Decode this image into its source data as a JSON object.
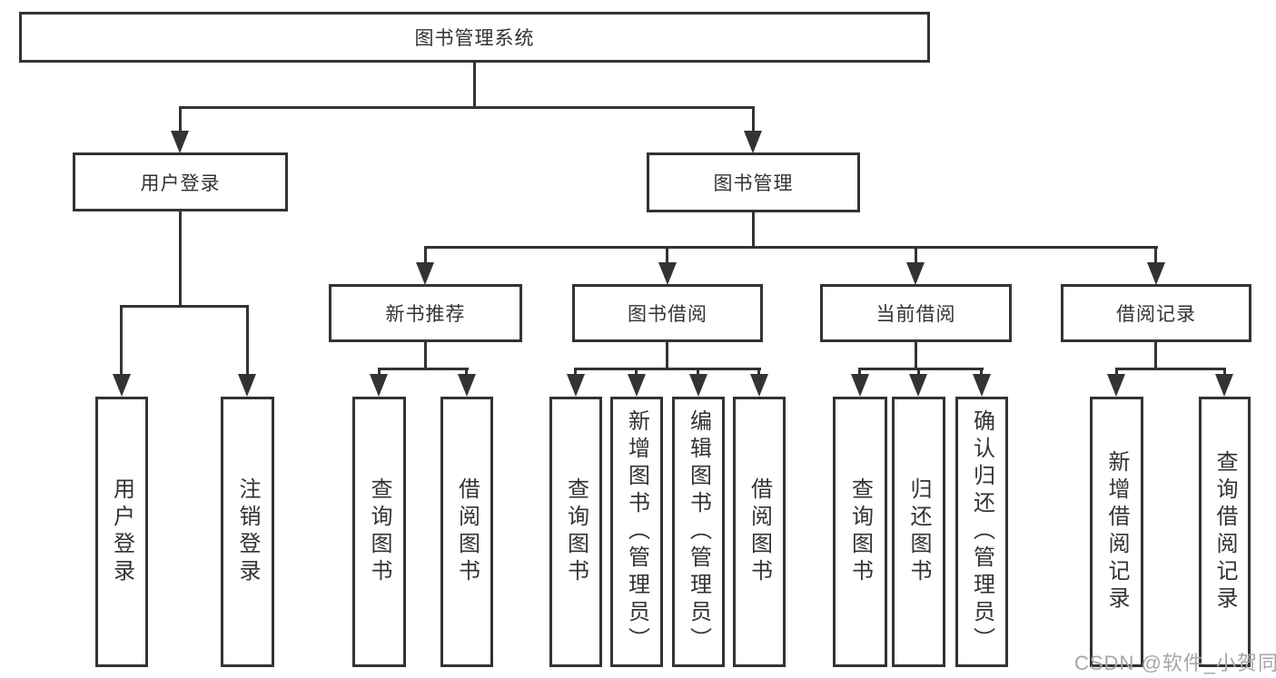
{
  "diagram": {
    "root": {
      "label": "图书管理系统"
    },
    "branches": [
      {
        "label": "用户登录",
        "children": [
          {
            "label": "用户登录"
          },
          {
            "label": "注销登录"
          }
        ]
      },
      {
        "label": "图书管理",
        "children": [
          {
            "label": "新书推荐",
            "children": [
              {
                "label": "查询图书"
              },
              {
                "label": "借阅图书"
              }
            ]
          },
          {
            "label": "图书借阅",
            "children": [
              {
                "label": "查询图书"
              },
              {
                "label": "新增图书（管理员）"
              },
              {
                "label": "编辑图书（管理员）"
              },
              {
                "label": "借阅图书"
              }
            ]
          },
          {
            "label": "当前借阅",
            "children": [
              {
                "label": "查询图书"
              },
              {
                "label": "归还图书"
              },
              {
                "label": "确认归还（管理员）"
              }
            ]
          },
          {
            "label": "借阅记录",
            "children": [
              {
                "label": "新增借阅记录"
              },
              {
                "label": "查询借阅记录"
              }
            ]
          }
        ]
      }
    ]
  },
  "watermark": {
    "text": "CSDN @软件_小贺同学"
  },
  "colors": {
    "line": "#333333",
    "box_border": "#333333",
    "background": "#ffffff",
    "text": "#333333",
    "watermark": "#a6a6a6"
  }
}
